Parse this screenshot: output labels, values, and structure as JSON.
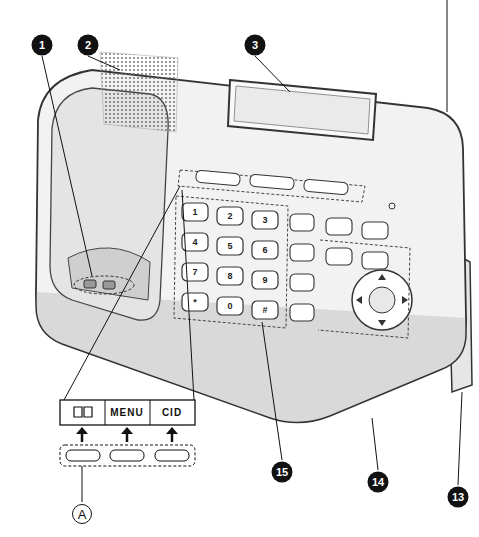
{
  "diagram": {
    "labels": [
      "1",
      "2",
      "3",
      "15",
      "14",
      "13",
      "MENU",
      "CID",
      "A",
      "1",
      "2",
      "3",
      "4",
      "5",
      "6",
      "7",
      "8",
      "9",
      "*",
      "0",
      "#"
    ]
  }
}
